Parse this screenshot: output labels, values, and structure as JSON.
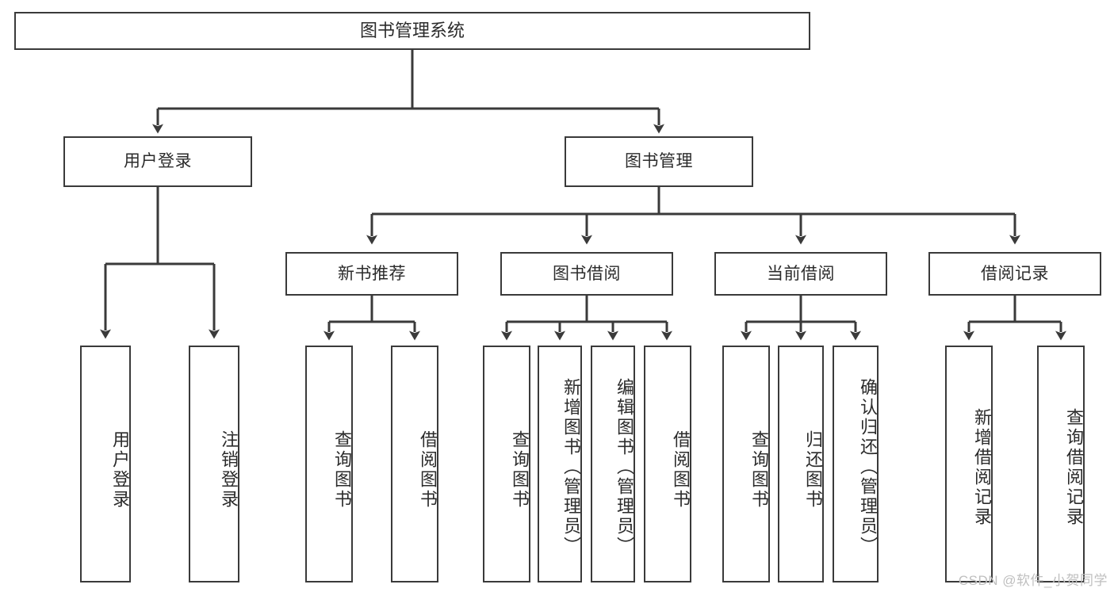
{
  "diagram": {
    "title": "图书管理系统",
    "type": "tree-hierarchy",
    "colors": {
      "box_border": "#3a3a3a",
      "box_fill": "#ffffff",
      "connector": "#3a3a3a",
      "text": "#2b2b2b",
      "watermark": "#bfbfbf",
      "background": "#ffffff"
    },
    "levels": {
      "root": "图书管理系统",
      "level2": [
        "用户登录",
        "图书管理"
      ],
      "level3": [
        "新书推荐",
        "图书借阅",
        "当前借阅",
        "借阅记录"
      ]
    },
    "nodes": {
      "root": {
        "label": "图书管理系统"
      },
      "user_login": {
        "label": "用户登录"
      },
      "book_manage": {
        "label": "图书管理"
      },
      "new_book_rec": {
        "label": "新书推荐"
      },
      "book_borrow": {
        "label": "图书借阅"
      },
      "current_borrow": {
        "label": "当前借阅"
      },
      "borrow_record": {
        "label": "借阅记录"
      },
      "leaf_1": {
        "label": "用户登录"
      },
      "leaf_2": {
        "label": "注销登录"
      },
      "leaf_3": {
        "label": "查询图书"
      },
      "leaf_4": {
        "label": "借阅图书"
      },
      "leaf_5": {
        "label": "查询图书"
      },
      "leaf_6": {
        "label": "新增图书（管理员）"
      },
      "leaf_7": {
        "label": "编辑图书（管理员）"
      },
      "leaf_8": {
        "label": "借阅图书"
      },
      "leaf_9": {
        "label": "查询图书"
      },
      "leaf_10": {
        "label": "归还图书"
      },
      "leaf_11": {
        "label": "确认归还（管理员）"
      },
      "leaf_12": {
        "label": "新增借阅记录"
      },
      "leaf_13": {
        "label": "查询借阅记录"
      }
    },
    "edges": [
      {
        "from": "root",
        "to": "user_login"
      },
      {
        "from": "root",
        "to": "book_manage"
      },
      {
        "from": "user_login",
        "to": "leaf_1"
      },
      {
        "from": "user_login",
        "to": "leaf_2"
      },
      {
        "from": "book_manage",
        "to": "new_book_rec"
      },
      {
        "from": "book_manage",
        "to": "book_borrow"
      },
      {
        "from": "book_manage",
        "to": "current_borrow"
      },
      {
        "from": "book_manage",
        "to": "borrow_record"
      },
      {
        "from": "new_book_rec",
        "to": "leaf_3"
      },
      {
        "from": "new_book_rec",
        "to": "leaf_4"
      },
      {
        "from": "book_borrow",
        "to": "leaf_5"
      },
      {
        "from": "book_borrow",
        "to": "leaf_6"
      },
      {
        "from": "book_borrow",
        "to": "leaf_7"
      },
      {
        "from": "book_borrow",
        "to": "leaf_8"
      },
      {
        "from": "current_borrow",
        "to": "leaf_9"
      },
      {
        "from": "current_borrow",
        "to": "leaf_10"
      },
      {
        "from": "current_borrow",
        "to": "leaf_11"
      },
      {
        "from": "borrow_record",
        "to": "leaf_12"
      },
      {
        "from": "borrow_record",
        "to": "leaf_13"
      }
    ]
  },
  "watermark": {
    "text": "CSDN @软件_小贺同学"
  }
}
